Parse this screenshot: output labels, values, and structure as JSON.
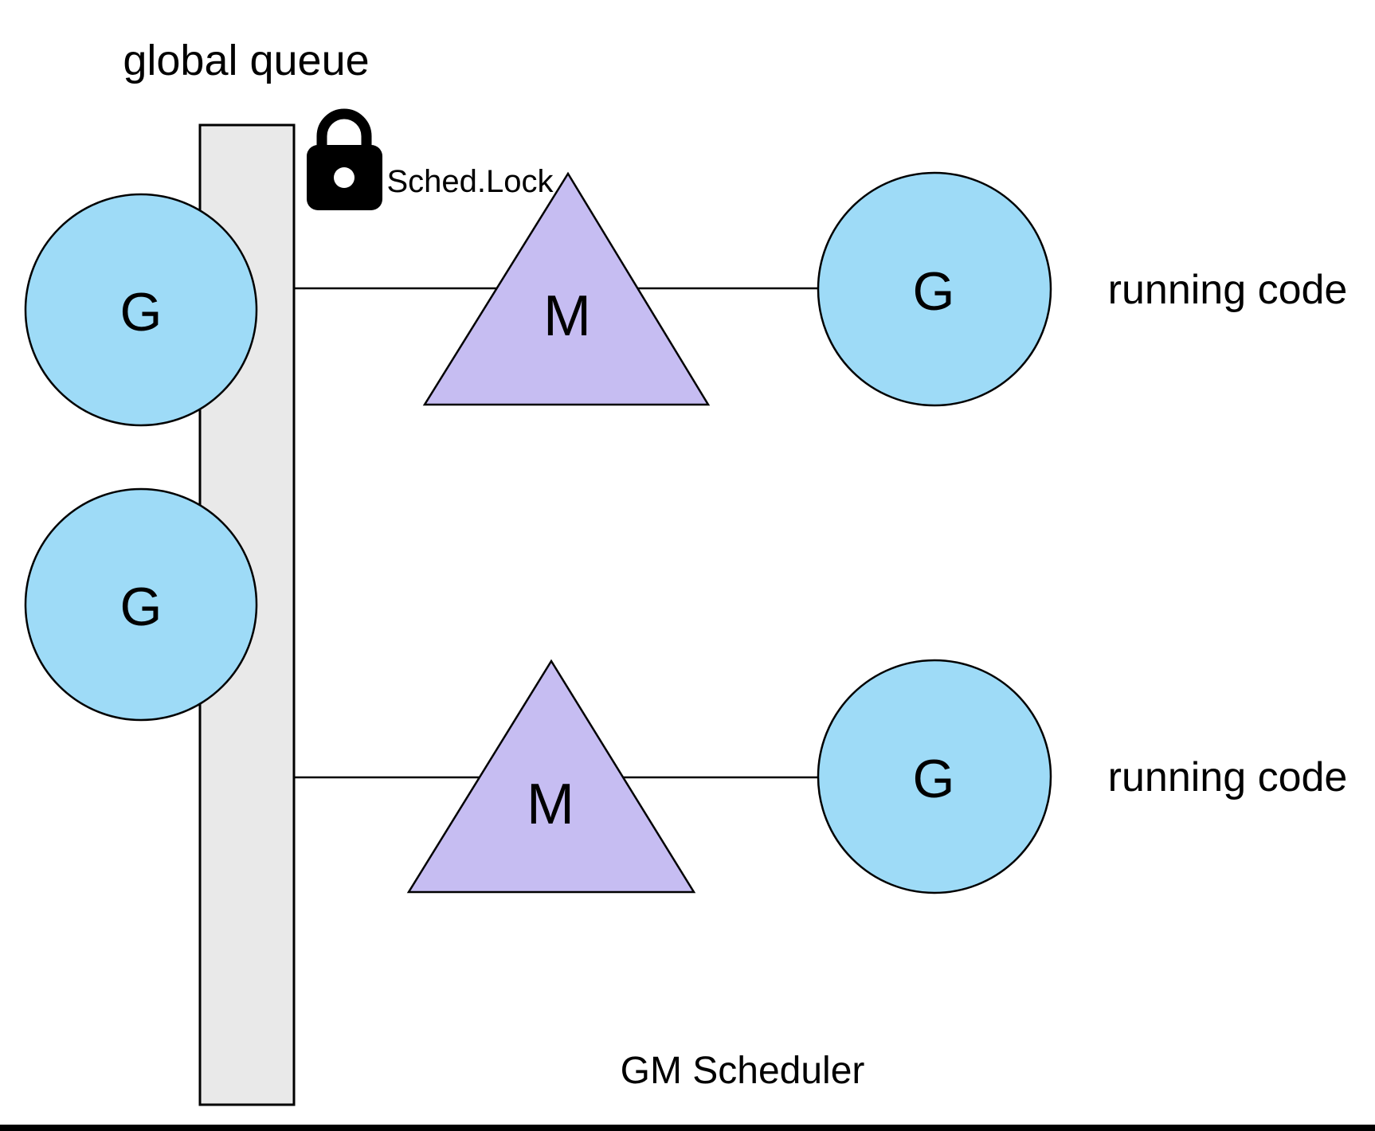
{
  "labels": {
    "global_queue": "global queue",
    "sched_lock": "Sched.Lock",
    "gm_scheduler": "GM Scheduler"
  },
  "icons": {
    "sched_lock": "lock-icon"
  },
  "global_queue": {
    "waiting_goroutines": [
      {
        "label": "G"
      },
      {
        "label": "G"
      }
    ]
  },
  "rows": [
    {
      "machine_label": "M",
      "goroutine_label": "G",
      "status_label": "running code"
    },
    {
      "machine_label": "M",
      "goroutine_label": "G",
      "status_label": "running code"
    }
  ],
  "colors": {
    "goroutine_fill": "#9edbf7",
    "machine_fill": "#c6bdf2",
    "queue_fill": "#e9e9e9",
    "stroke": "#000000"
  }
}
